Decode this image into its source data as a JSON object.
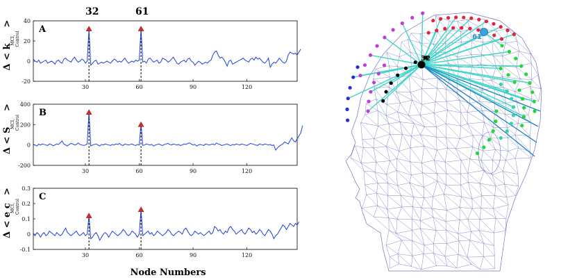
{
  "figure": {
    "top_labels": [
      "32",
      "61"
    ],
    "xlabel": "Node Numbers",
    "head_labels": {
      "hub": "32",
      "secondary": "61"
    }
  },
  "colors": {
    "series": "#1f3fdc",
    "marker": "#d42a2a",
    "dashed": "#000000",
    "connection_primary": "#3fd6c8",
    "connection_secondary": "#1b7fc4",
    "node_red": "#e0243c",
    "node_magenta": "#c23bd6",
    "node_blue": "#2b2bd9",
    "node_green": "#1fd83a",
    "node_teal": "#2fd6a6",
    "node_black": "#000000",
    "mesh": "#4a4fb0"
  },
  "chart_data": [
    {
      "type": "line",
      "panel": "A",
      "ylabel_main": "Δ < k",
      "ylabel_sub": [
        "MCI,",
        "Control"
      ],
      "ylabel_close": ">",
      "xlim": [
        1,
        148
      ],
      "ylim": [
        -20,
        40
      ],
      "xticks": [
        30,
        60,
        90,
        120
      ],
      "yticks": [
        -20,
        0,
        20,
        40
      ],
      "markers": [
        {
          "x": 32,
          "y": 32
        },
        {
          "x": 61,
          "y": 32
        }
      ],
      "series": [
        {
          "values": [
            2,
            0,
            -1,
            1,
            -2,
            -1,
            0,
            1,
            -2,
            -1,
            0,
            -1,
            -3,
            0,
            1,
            -1,
            -2,
            2,
            3,
            1,
            0,
            -1,
            2,
            4,
            1,
            -1,
            0,
            2,
            1,
            -2,
            0,
            32,
            -4,
            -2,
            0,
            1,
            -3,
            -2,
            -1,
            -2,
            -1,
            0,
            -1,
            -2,
            0,
            2,
            1,
            -1,
            0,
            -1,
            1,
            3,
            0,
            -2,
            -1,
            0,
            -1,
            1,
            0,
            1,
            32,
            -1,
            0,
            -2,
            2,
            3,
            1,
            -1,
            0,
            1,
            -2,
            -1,
            3,
            2,
            1,
            -1,
            0,
            2,
            4,
            1,
            -2,
            -3,
            -1,
            0,
            1,
            -1,
            2,
            3,
            0,
            -1,
            -4,
            -2,
            0,
            -1,
            -3,
            -2,
            -1,
            -2,
            0,
            1,
            6,
            9,
            10,
            6,
            3,
            4,
            2,
            -1,
            -5,
            0,
            1,
            -3,
            -2,
            -1,
            0,
            1,
            2,
            3,
            1,
            0,
            -1,
            2,
            3,
            1,
            4,
            2,
            3,
            1,
            -1,
            -2,
            0,
            3,
            -6,
            -3,
            -1,
            -2,
            0,
            3,
            1,
            -1,
            -2,
            0,
            6,
            9,
            8,
            7,
            8,
            6,
            9,
            12
          ]
        }
      ]
    },
    {
      "type": "line",
      "panel": "B",
      "ylabel_main": "Δ < S",
      "ylabel_sub": [
        "MCI,",
        "Control"
      ],
      "ylabel_close": ">",
      "xlim": [
        1,
        148
      ],
      "ylim": [
        -200,
        400
      ],
      "xticks": [
        30,
        60,
        90,
        120
      ],
      "yticks": [
        -200,
        0,
        200,
        400
      ],
      "markers": [
        {
          "x": 32,
          "y": 320
        },
        {
          "x": 61,
          "y": 200
        }
      ],
      "series": [
        {
          "values": [
            5,
            0,
            -10,
            8,
            0,
            10,
            5,
            0,
            -5,
            10,
            5,
            -8,
            0,
            10,
            5,
            20,
            40,
            10,
            0,
            -10,
            5,
            15,
            10,
            0,
            5,
            20,
            5,
            0,
            -5,
            0,
            10,
            330,
            -10,
            0,
            5,
            10,
            0,
            -10,
            5,
            0,
            10,
            5,
            0,
            -5,
            5,
            0,
            10,
            5,
            15,
            0,
            -5,
            10,
            5,
            0,
            5,
            10,
            0,
            -5,
            5,
            0,
            210,
            -5,
            0,
            10,
            5,
            0,
            5,
            -10,
            0,
            5,
            10,
            0,
            -5,
            5,
            10,
            15,
            5,
            0,
            10,
            5,
            0,
            5,
            -5,
            0,
            10,
            5,
            15,
            20,
            10,
            0,
            5,
            -10,
            0,
            5,
            0,
            -5,
            10,
            5,
            0,
            5,
            10,
            0,
            20,
            10,
            5,
            -5,
            0,
            5,
            10,
            0,
            -5,
            5,
            0,
            10,
            5,
            0,
            10,
            5,
            0,
            -5,
            5,
            15,
            10,
            5,
            0,
            -5,
            10,
            5,
            0,
            10,
            5,
            0,
            5,
            -5,
            0,
            -50,
            -30,
            -10,
            0,
            10,
            30,
            20,
            10,
            40,
            70,
            40,
            30,
            60,
            90,
            120,
            190
          ]
        }
      ]
    },
    {
      "type": "line",
      "panel": "C",
      "ylabel_main": "Δ < e c",
      "ylabel_sub": [
        "MCI,",
        "Control"
      ],
      "ylabel_close": ">",
      "xlim": [
        1,
        148
      ],
      "ylim": [
        -0.1,
        0.3
      ],
      "xticks": [
        30,
        60,
        90,
        120
      ],
      "yticks": [
        -0.1,
        0,
        0.1,
        0.2,
        0.3
      ],
      "markers": [
        {
          "x": 32,
          "y": 0.12
        },
        {
          "x": 61,
          "y": 0.16
        }
      ],
      "series": [
        {
          "values": [
            0.0,
            -0.01,
            0.01,
            0.0,
            -0.02,
            0.0,
            0.01,
            -0.01,
            0.0,
            0.02,
            0.01,
            0.0,
            -0.01,
            0.01,
            0.0,
            -0.01,
            0.0,
            0.02,
            0.04,
            0.01,
            0.0,
            -0.01,
            0.0,
            0.01,
            0.02,
            0.0,
            -0.01,
            0.0,
            0.01,
            -0.01,
            0.0,
            0.12,
            -0.03,
            -0.02,
            0.0,
            0.01,
            -0.01,
            -0.04,
            -0.02,
            0.0,
            0.01,
            0.0,
            -0.02,
            0.0,
            0.02,
            0.01,
            0.0,
            -0.01,
            0.0,
            0.01,
            0.03,
            0.02,
            0.0,
            -0.01,
            0.0,
            0.02,
            0.01,
            0.0,
            -0.02,
            0.0,
            0.16,
            -0.01,
            0.0,
            0.01,
            0.02,
            0.0,
            0.01,
            -0.01,
            0.0,
            0.02,
            0.01,
            0.0,
            -0.01,
            0.0,
            0.01,
            0.03,
            0.02,
            0.0,
            -0.01,
            0.0,
            0.01,
            0.02,
            0.01,
            0.0,
            0.03,
            0.04,
            0.02,
            0.0,
            -0.01,
            0.0,
            0.02,
            0.01,
            0.0,
            0.01,
            0.0,
            -0.01,
            0.0,
            0.01,
            0.02,
            0.0,
            0.01,
            0.05,
            0.04,
            0.02,
            0.03,
            0.01,
            0.0,
            0.02,
            0.01,
            0.04,
            0.05,
            0.03,
            0.02,
            0.0,
            0.01,
            0.02,
            0.03,
            0.01,
            0.0,
            0.02,
            0.04,
            0.03,
            0.01,
            0.02,
            0.0,
            0.01,
            0.03,
            0.02,
            0.0,
            -0.01,
            0.01,
            0.03,
            0.02,
            0.0,
            -0.03,
            -0.01,
            0.0,
            0.02,
            0.04,
            0.06,
            0.05,
            0.03,
            0.05,
            0.07,
            0.06,
            0.05,
            0.07,
            0.06,
            0.08
          ]
        }
      ]
    }
  ]
}
